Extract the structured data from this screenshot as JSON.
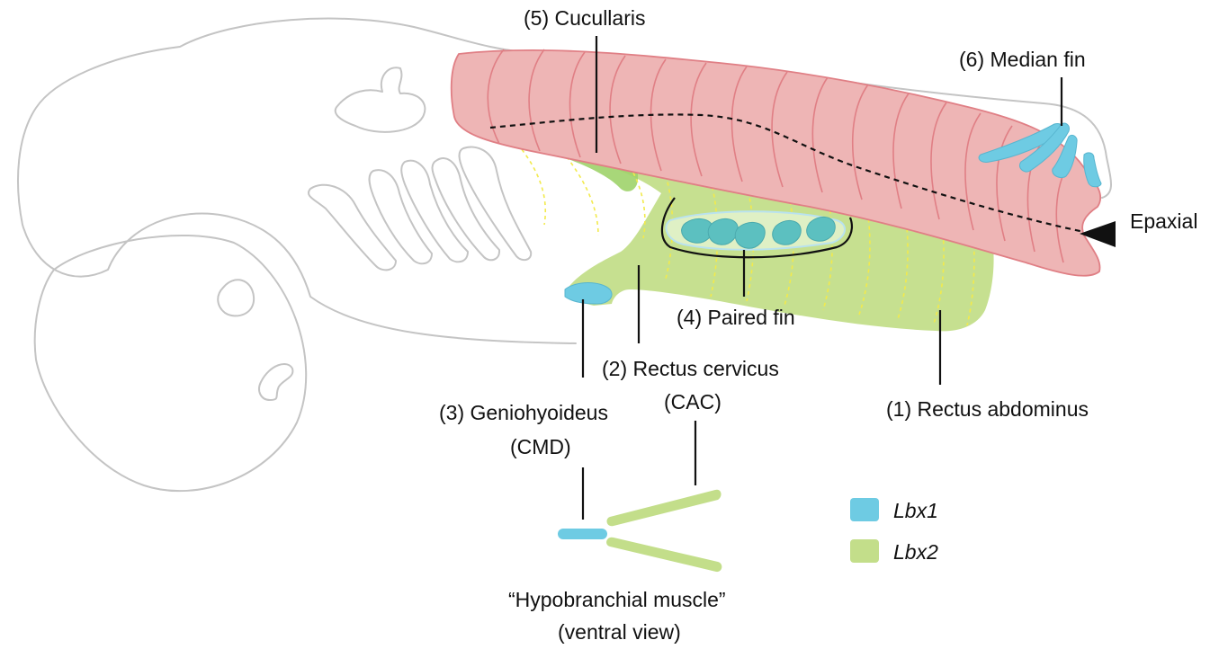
{
  "labels": {
    "cucullaris": "(5) Cucullaris",
    "median_fin": "(6) Median fin",
    "epaxial": "Epaxial",
    "paired_fin": "(4) Paired fin",
    "rectus_cervicus_1": "(2) Rectus cervicus",
    "rectus_cervicus_2": "(CAC)",
    "geniohyoideus_1": "(3) Geniohyoideus",
    "geniohyoideus_2": "(CMD)",
    "rectus_abdominus": "(1) Rectus abdominus",
    "hypobranchial_1": "“Hypobranchial muscle”",
    "hypobranchial_2": "(ventral view)"
  },
  "legend": [
    {
      "label": "Lbx1",
      "color": "#6ecbe3"
    },
    {
      "label": "Lbx2",
      "color": "#c3de8a"
    }
  ],
  "colors": {
    "somite_fill": "#eeb5b5",
    "somite_stroke": "#e07f85",
    "lbx1": "#6ecbe3",
    "lbx2": "#c3de8a",
    "outline": "#c4c4c4"
  }
}
